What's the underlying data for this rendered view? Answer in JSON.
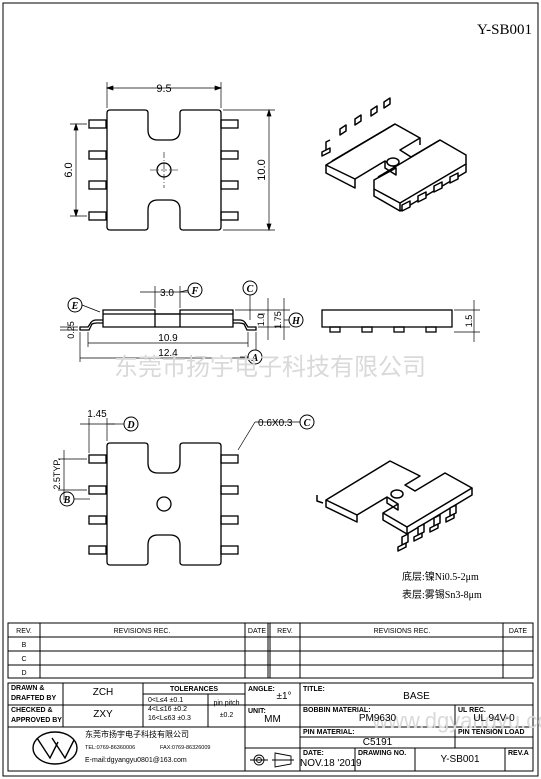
{
  "doc_number": "Y-SB001",
  "watermark": "东莞市扬宇电子科技有限公司",
  "watermark_url": "www.dgyangyu.com",
  "dims": {
    "top_width": "9.5",
    "top_height": "10.0",
    "top_inner": "6.0",
    "side_pitch": "3.0",
    "side_foot": "0.25",
    "side_h1": "1.0",
    "side_h2": "1.75",
    "side_len1": "10.9",
    "side_len2": "12.4",
    "end_h": "1.5",
    "bottom_w": "1.45",
    "bottom_pitch": "2.5TYP.",
    "pin_size": "0.6X0.3"
  },
  "callouts": {
    "a": "A",
    "b": "B",
    "c": "C",
    "d": "D",
    "e": "E",
    "f": "F",
    "h": "H"
  },
  "notes": {
    "plating1": "底层:镍Ni0.5-2μm",
    "plating2": "表层:雾锡Sn3-8μm"
  },
  "revisions": {
    "rev_header": "REV.",
    "rec_header": "REVISIONS REC.",
    "date_header": "DATE",
    "rows": [
      "B",
      "C",
      "D"
    ]
  },
  "title_block": {
    "drawn_label": "DRAWN &\nDRAFTED BY",
    "drawn_label_1": "DRAWN &",
    "drawn_label_2": "DRAFTED BY",
    "drawn_value": "ZCH",
    "checked_label_1": "CHECKED &",
    "checked_label_2": "APPROVED BY",
    "checked_value": "ZXY",
    "tol_header": "TOLERANCES",
    "tol1": "0<L≤4   ±0.1",
    "tol2": "4<L≤16  ±0.2",
    "tol3": "16<L≤63 ±0.3",
    "pin_pitch_1": "pin pitch",
    "pin_pitch_2": "±0.2",
    "angle_label": "ANGLE:",
    "angle_value": "±1°",
    "unit_label": "UNIT:",
    "unit_value": "MM",
    "title_label": "TITLE:",
    "title_value": "BASE",
    "bobbin_label": "BOBBIN MATERIAL:",
    "bobbin_value": "PM9630",
    "ul_label": "UL REC.",
    "ul_value": "UL 94V-0",
    "pin_material_label": "PIN MATERIAL:",
    "pin_material_value": "C5191",
    "pin_tension_label": "PIN TENSION LOAD",
    "date_label": "DATE:",
    "date_value": "NOV.18 '2019",
    "drawing_no_label": "DRAWING NO.",
    "drawing_no_value": "Y-SB001",
    "rev_label": "REV.A",
    "company_cn": "东莞市扬宇电子科技有限公司",
    "tel": "TEL:0769-86360006",
    "fax": "FAX:0769-86326009",
    "email": "E-mail:dgyangyu0801@163.com"
  }
}
